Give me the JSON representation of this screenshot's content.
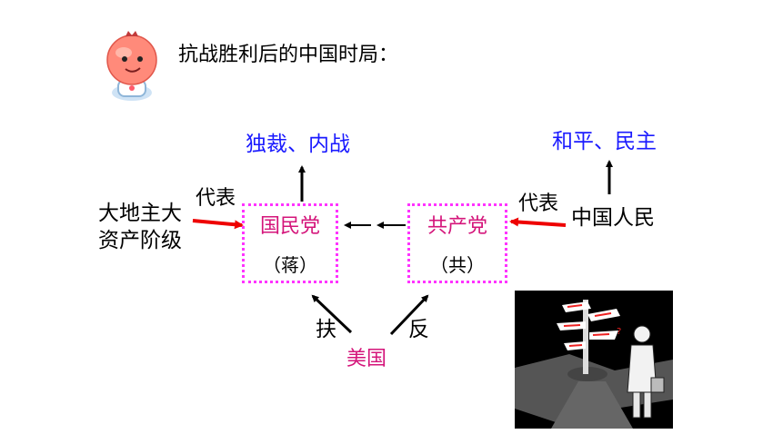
{
  "title": "抗战胜利后的中国时局：",
  "mascot": {
    "icon": "pomegranate-mascot-icon"
  },
  "kmt": {
    "outcome": "独裁、内战",
    "represents_label": "代表",
    "represented_class": [
      "大地主大",
      "资产阶级"
    ],
    "name": "国民党",
    "leader": "（蒋）"
  },
  "cpc": {
    "outcome": "和平、民主",
    "represents_label": "代表",
    "represented_class": "中国人民",
    "name": "共产党",
    "leader": "（共）"
  },
  "usa": {
    "name": "美国",
    "support_label": "扶",
    "oppose_label": "反"
  },
  "clipart": {
    "icon": "crossroads-signpost-thinker-icon"
  },
  "colors": {
    "blue_text": "#1a1aff",
    "pink_text": "#d4147a",
    "box_border": "#ff33ff",
    "red_arrow": "#ee0000"
  }
}
